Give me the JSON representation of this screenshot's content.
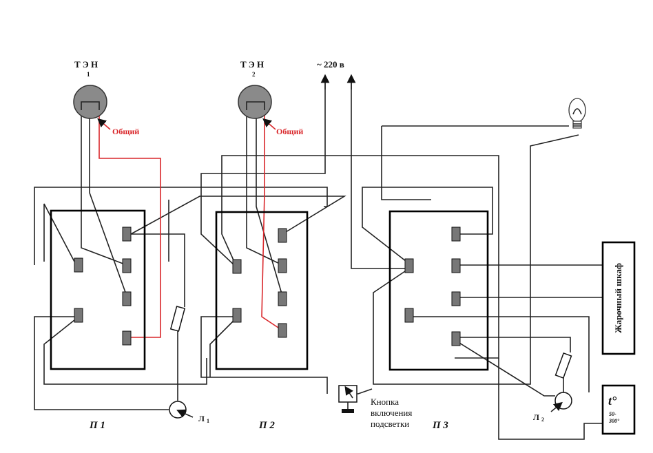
{
  "heaters": [
    {
      "label": "Т Э Н",
      "index": "1",
      "common_label": "Общий"
    },
    {
      "label": "Т Э Н",
      "index": "2",
      "common_label": "Общий"
    }
  ],
  "power": {
    "label": "~ 220 в"
  },
  "switches": [
    {
      "label": "П 1"
    },
    {
      "label": "П 2"
    },
    {
      "label": "П 3"
    }
  ],
  "lamps": [
    {
      "label": "Л",
      "index": "1"
    },
    {
      "label": "Л",
      "index": "2"
    }
  ],
  "oven": {
    "label": "Жарочный шкаф"
  },
  "thermostat": {
    "symbol": "t°",
    "range_line1": "50-",
    "range_line2": "300°"
  },
  "backlight_button": {
    "line1": "Кнопка",
    "line2": "включения",
    "line3": "подсветки"
  },
  "colors": {
    "wire": "#222222",
    "common_wire": "#d9262a",
    "heater_fill": "#8a8a8a",
    "terminal_fill": "#777777"
  }
}
